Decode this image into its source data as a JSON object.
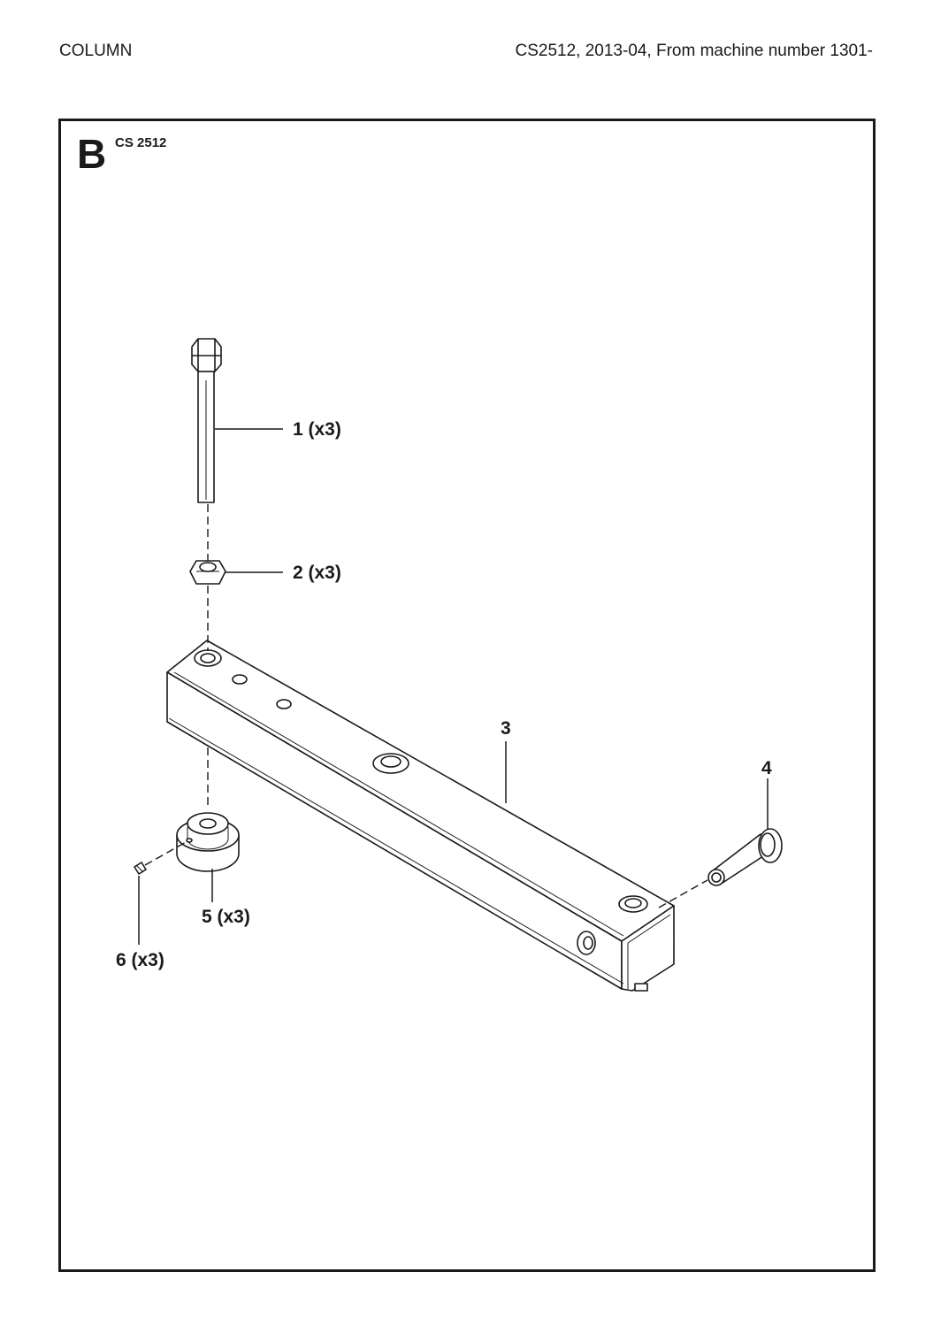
{
  "header": {
    "section_title": "COLUMN",
    "model_info": "CS2512, 2013-04, From machine number 1301-"
  },
  "diagram": {
    "section_letter": "B",
    "model": "CS 2512",
    "callouts": [
      {
        "id": "1",
        "label": "1 (x3)"
      },
      {
        "id": "2",
        "label": "2 (x3)"
      },
      {
        "id": "3",
        "label": "3"
      },
      {
        "id": "4",
        "label": "4"
      },
      {
        "id": "5",
        "label": "5 (x3)"
      },
      {
        "id": "6",
        "label": "6 (x3)"
      }
    ]
  }
}
